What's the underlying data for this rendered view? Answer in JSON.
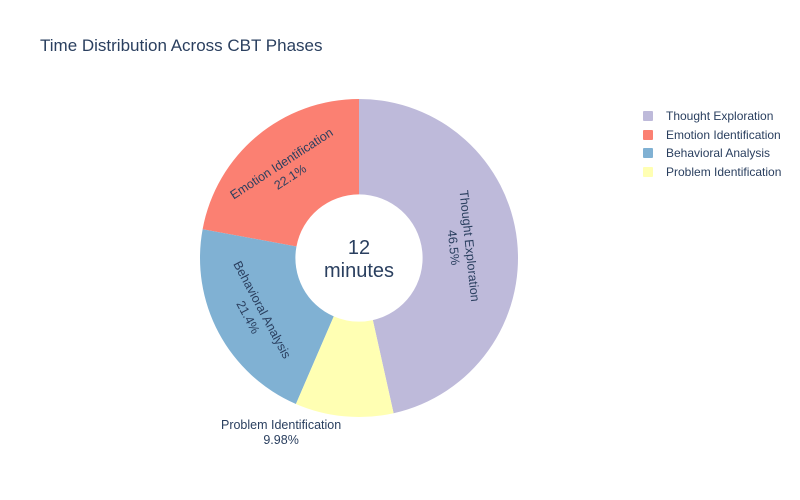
{
  "chart_data": {
    "type": "pie",
    "title": "Time Distribution Across CBT Phases",
    "hole": 0.4,
    "legend_position": "right",
    "background": "#ffffff",
    "text_color": "#2a3f5f",
    "center_label": {
      "value": "12",
      "unit": "minutes"
    },
    "series": [
      {
        "label": "Thought Exploration",
        "percent": 46.5,
        "percent_label": "46.5%",
        "color": "#bebada",
        "label_position": "inside"
      },
      {
        "label": "Emotion Identification",
        "percent": 22.1,
        "percent_label": "22.1%",
        "color": "#fb8072",
        "label_position": "inside"
      },
      {
        "label": "Behavioral Analysis",
        "percent": 21.4,
        "percent_label": "21.4%",
        "color": "#80b1d3",
        "label_position": "inside"
      },
      {
        "label": "Problem Identification",
        "percent": 9.98,
        "percent_label": "9.98%",
        "color": "#ffffb3",
        "label_position": "outside"
      }
    ]
  }
}
